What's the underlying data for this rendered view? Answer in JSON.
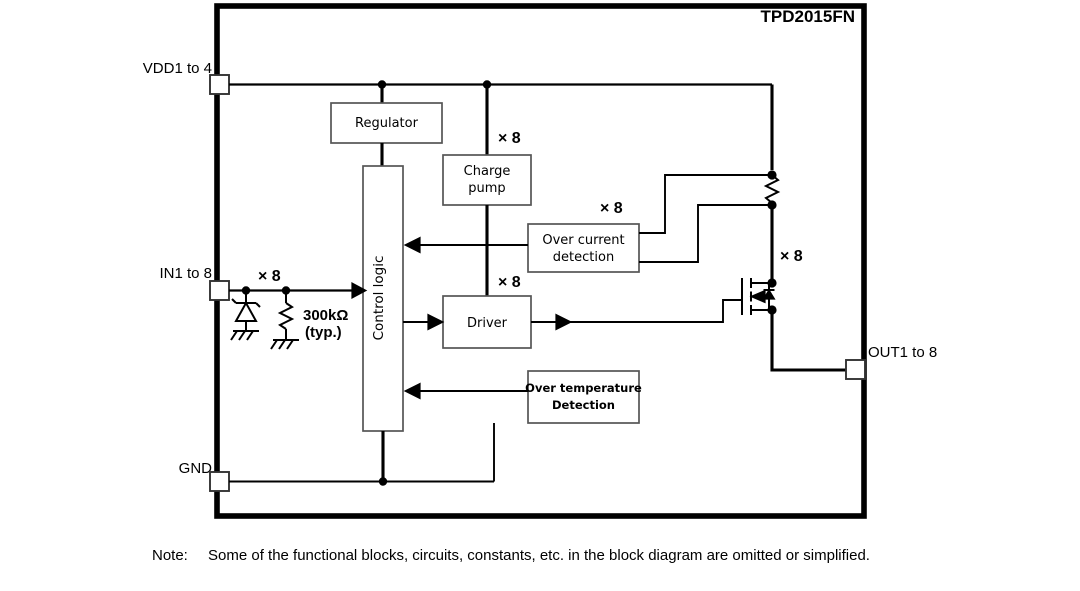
{
  "diagram": {
    "title": "TPD2015FN",
    "type": "block-diagram",
    "pins": [
      {
        "name": "vdd",
        "label": "VDD1 to 4"
      },
      {
        "name": "in",
        "label": "IN1 to 8"
      },
      {
        "name": "gnd",
        "label": "GND"
      },
      {
        "name": "out",
        "label": "OUT1 to 8"
      }
    ],
    "blocks": [
      {
        "name": "regulator",
        "label": "Regulator"
      },
      {
        "name": "charge-pump",
        "label_line1": "Charge",
        "label_line2": "pump"
      },
      {
        "name": "over-current",
        "label_line1": "Over current",
        "label_line2": "detection"
      },
      {
        "name": "driver",
        "label": "Driver"
      },
      {
        "name": "over-temperature",
        "label_line1": "Over temperature",
        "label_line2": "Detection"
      },
      {
        "name": "control-logic",
        "label": "Control  logic"
      }
    ],
    "multipliers": [
      {
        "name": "charge-pump-mult",
        "label": "× 8"
      },
      {
        "name": "input-mult",
        "label": "× 8"
      },
      {
        "name": "over-current-mult",
        "label": "× 8"
      },
      {
        "name": "driver-mult",
        "label": "× 8"
      },
      {
        "name": "mosfet-mult",
        "label": "× 8"
      }
    ],
    "components": [
      {
        "name": "pulldown-resistor",
        "value": "300kΩ",
        "tolerance": "(typ.)"
      }
    ],
    "colors": {
      "line": "#000000",
      "background": "#ffffff",
      "block_border": "#555555"
    }
  },
  "note": {
    "label": "Note:",
    "text": "Some of the functional blocks, circuits, constants, etc. in the block diagram are omitted or simplified."
  }
}
